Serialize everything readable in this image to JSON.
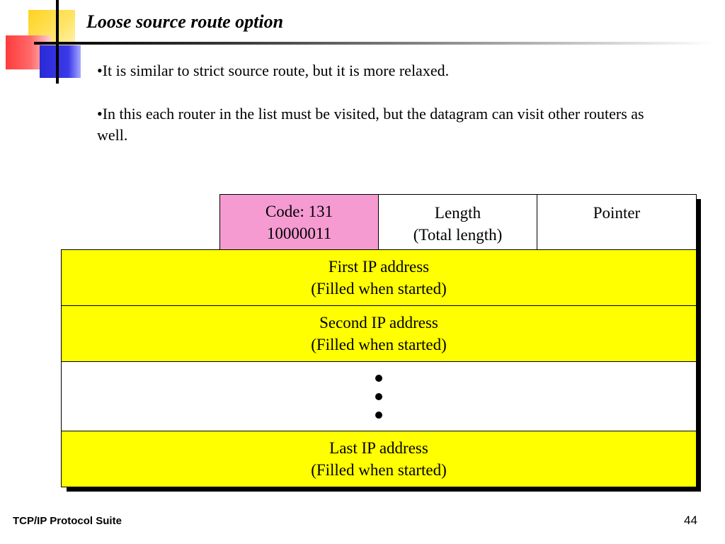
{
  "slide": {
    "title": "Loose source route option",
    "bullets": [
      "•It is similar to strict source route, but it is more relaxed.",
      "•In this each router in the list must be visited, but the datagram can visit other routers as well."
    ]
  },
  "diagram": {
    "header": {
      "code": {
        "line1": "Code: 131",
        "line2": "10000011"
      },
      "length": {
        "line1": "Length",
        "line2": "(Total length)"
      },
      "pointer": {
        "line1": "Pointer"
      }
    },
    "rows": [
      {
        "line1": "First IP address",
        "line2": "(Filled when started)"
      },
      {
        "line1": "Second IP address",
        "line2": "(Filled when started)"
      },
      {
        "line1": "Last IP address",
        "line2": "(Filled when started)"
      }
    ],
    "ellipsis_dot_count": 3,
    "colors": {
      "code_field": "#f59bd2",
      "address_field": "#ffff00",
      "border": "#000000"
    }
  },
  "footer": {
    "left": "TCP/IP Protocol Suite",
    "page_number": "44"
  }
}
